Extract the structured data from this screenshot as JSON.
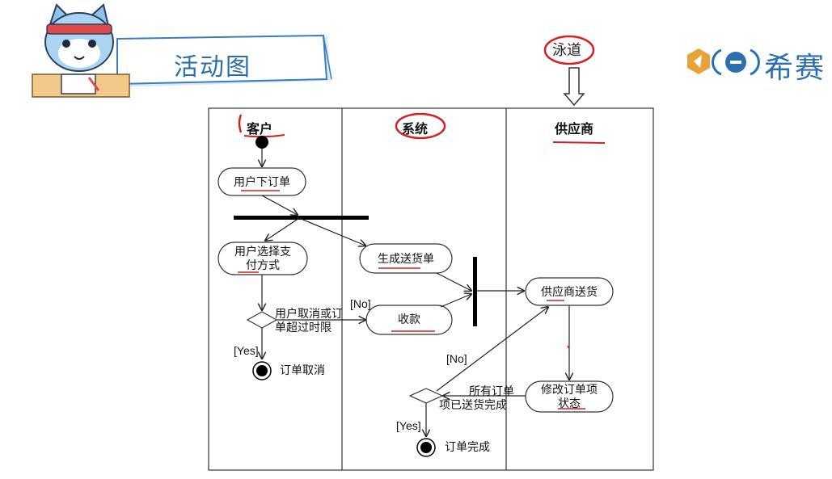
{
  "header": {
    "title": "活动图"
  },
  "callout": {
    "label": "泳道"
  },
  "brand": {
    "name": "希赛"
  },
  "lanes": [
    {
      "title": "客户"
    },
    {
      "title": "系统"
    },
    {
      "title": "供应商"
    }
  ],
  "nodes": {
    "place_order": "用户下订单",
    "choose_payment_line1": "用户选择支",
    "choose_payment_line2": "付方式",
    "generate_delivery": "生成送货单",
    "collect_payment": "收款",
    "supplier_delivery": "供应商送货",
    "modify_status_line1": "修改订单项",
    "modify_status_line2": "状态"
  },
  "guards": {
    "cancel_condition_line1": "用户取消或订",
    "cancel_condition_line2": "单超过时限",
    "no_1": "[No]",
    "yes_1": "[Yes]",
    "order_cancelled": "订单取消",
    "no_2": "[No]",
    "all_done_line1": "所有订单",
    "all_done_line2": "项已送货完成",
    "yes_2": "[Yes]",
    "order_complete": "订单完成"
  },
  "colors": {
    "banner_blue": "#2a6fa8",
    "red_marker": "#d42020",
    "brand_blue": "#2b6fb3",
    "brand_orange": "#e8a33b"
  }
}
